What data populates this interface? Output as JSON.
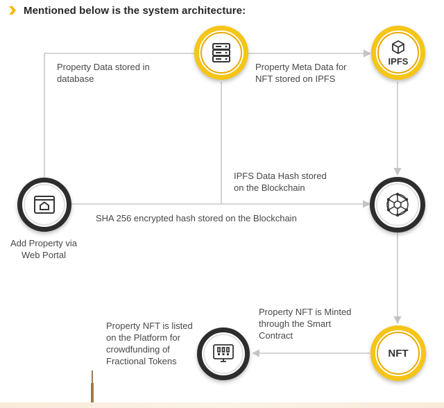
{
  "header": {
    "title": "Mentioned below is the system architecture:"
  },
  "colors": {
    "accent": "#f5c518",
    "dark": "#2d2d2d",
    "line": "#c4c4c4"
  },
  "nodes": {
    "database": {
      "icon": "server-icon"
    },
    "ipfs": {
      "icon": "cube-icon",
      "label": "IPFS"
    },
    "web_portal": {
      "icon": "house-browser-icon"
    },
    "blockchain": {
      "icon": "network-icon"
    },
    "nft": {
      "label": "NFT"
    },
    "platform": {
      "icon": "circuit-screen-icon"
    }
  },
  "labels": {
    "property_data": "Property Data stored in\ndatabase",
    "meta_data": "Property Meta Data for\nNFT stored on IPFS",
    "ipfs_hash": "IPFS Data Hash stored\non the Blockchain",
    "sha_hash": "SHA 256 encrypted hash stored on the Blockchain",
    "add_property": "Add Property via\nWeb Portal",
    "nft_minted": "Property NFT is Minted\nthrough the Smart\nContract",
    "nft_listed": "Property NFT is listed\non the Platform for\ncrowdfunding of\nFractional Tokens"
  }
}
